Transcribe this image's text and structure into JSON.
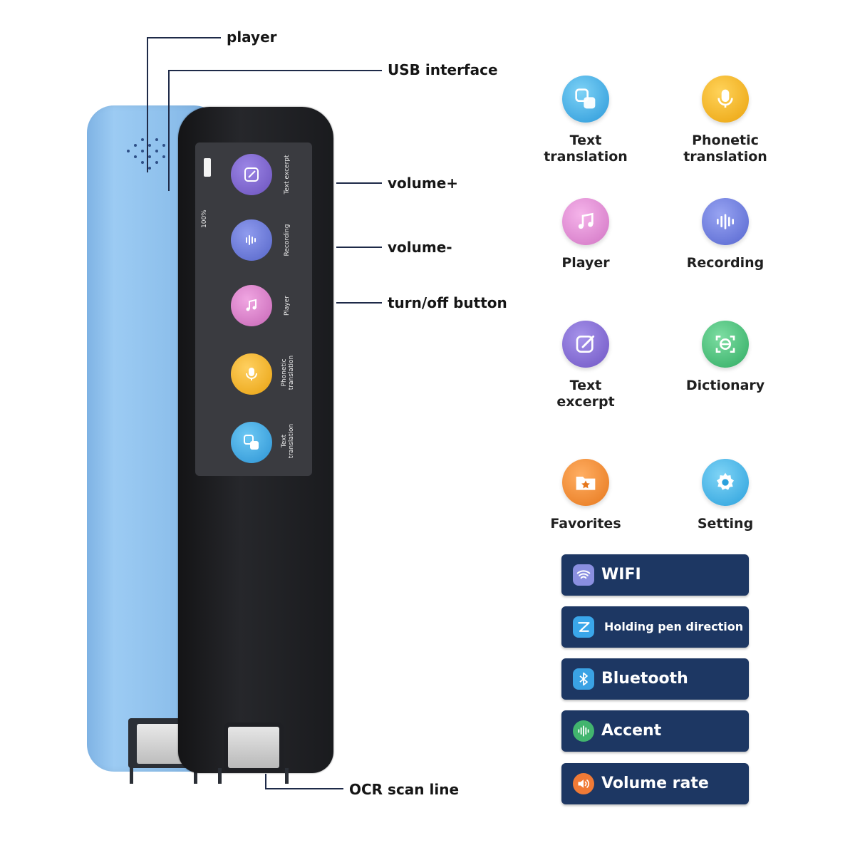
{
  "callouts": {
    "player": "player",
    "usb": "USB interface",
    "volume_plus": "volume+",
    "volume_minus": "volume-",
    "power": "turn/off button",
    "ocr": "OCR scan line"
  },
  "device_screen": {
    "status_text": "100%",
    "apps": [
      {
        "label": "Text excerpt",
        "icon": "text-excerpt-icon",
        "color": "#7b62c9"
      },
      {
        "label": "Recording",
        "icon": "recording-icon",
        "color": "#6a78d8"
      },
      {
        "label": "Player",
        "icon": "player-icon",
        "color": "#d880c8"
      },
      {
        "label": "Phonetic\ntranslation",
        "icon": "phonetic-translation-icon",
        "color": "#f0b21f"
      },
      {
        "label": "Text\ntranslation",
        "icon": "text-translation-icon",
        "color": "#3ba7e0"
      }
    ]
  },
  "features": [
    {
      "line1": "Text",
      "line2": "translation",
      "icon": "text-translation-icon",
      "color": "#3fb0ea"
    },
    {
      "line1": "Phonetic",
      "line2": "translation",
      "icon": "microphone-icon",
      "color": "#f4b416"
    },
    {
      "line1": "Player",
      "line2": "",
      "icon": "music-note-icon",
      "color": "#e58fd6"
    },
    {
      "line1": "Recording",
      "line2": "",
      "icon": "sound-wave-icon",
      "color": "#6f7fe0"
    },
    {
      "line1": "Text",
      "line2": "excerpt",
      "icon": "edit-icon",
      "color": "#8a6fd4"
    },
    {
      "line1": "Dictionary",
      "line2": "",
      "icon": "scan-icon",
      "color": "#46c07a"
    },
    {
      "line1": "Favorites",
      "line2": "",
      "icon": "folder-star-icon",
      "color": "#f08a2e"
    },
    {
      "line1": "Setting",
      "line2": "",
      "icon": "gear-icon",
      "color": "#3cb6ea"
    }
  ],
  "settings": [
    {
      "label": "WIFI",
      "icon": "wifi-icon",
      "color": "#7b7fd6"
    },
    {
      "label": "Holding pen direction",
      "icon": "pen-direction-icon",
      "color": "#3ba3e6"
    },
    {
      "label": "Bluetooth",
      "icon": "bluetooth-icon",
      "color": "#3aa0e0"
    },
    {
      "label": "Accent",
      "icon": "accent-icon",
      "color": "#3fb36a"
    },
    {
      "label": "Volume rate",
      "icon": "volume-icon",
      "color": "#f07a36"
    }
  ]
}
